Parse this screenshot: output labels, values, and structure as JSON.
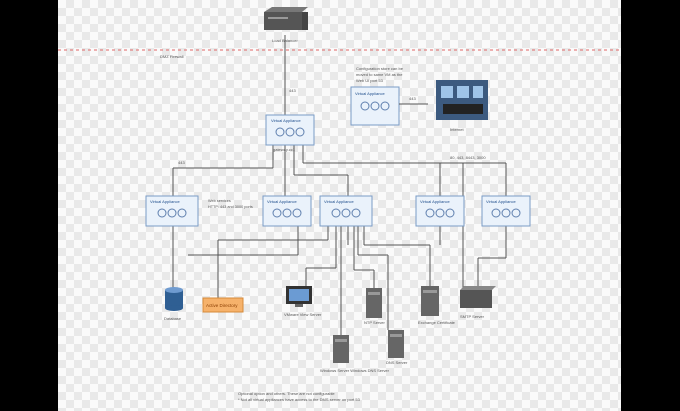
{
  "colors": {
    "line": "#555555",
    "accent_dashed": "#e06666",
    "box_fill": "#eaf2fb",
    "box_stroke": "#7a9cc6",
    "orange_box": "#f6b26b"
  },
  "top": {
    "load_balancer": "Load Balancer",
    "dmz_label": "DMZ Firewall"
  },
  "note": {
    "text_lines": [
      "Configuration store can be",
      "moved to same VM as the",
      "Web UI port 53"
    ]
  },
  "appliances": {
    "label": "Virtual Appliance"
  },
  "main_vm": {
    "sub": "gateway.cc1"
  },
  "desc_labels": {
    "http_label": "443",
    "router_label": "443",
    "ports_mid": "Web services",
    "ports_mid2": "HTTP: 443 and 3000 ports",
    "right_ports": "80, 443, 8443, 3000"
  },
  "nodes": {
    "internet": "Internet",
    "database": "Database",
    "active_directory": "Active Directory",
    "vm_server": "VMware View Server",
    "ntp_server": "NTP Server",
    "exchange": "Exchange Certificate",
    "smtp": "SMTP Server",
    "dns": "DNS Server",
    "bottom_server": "Windows Server Windows DNS Server"
  },
  "footer": {
    "line1": "Optional option and others. These are not configurable",
    "line2": "* Not all virtual appliances have access to the DMS server on port 53"
  }
}
